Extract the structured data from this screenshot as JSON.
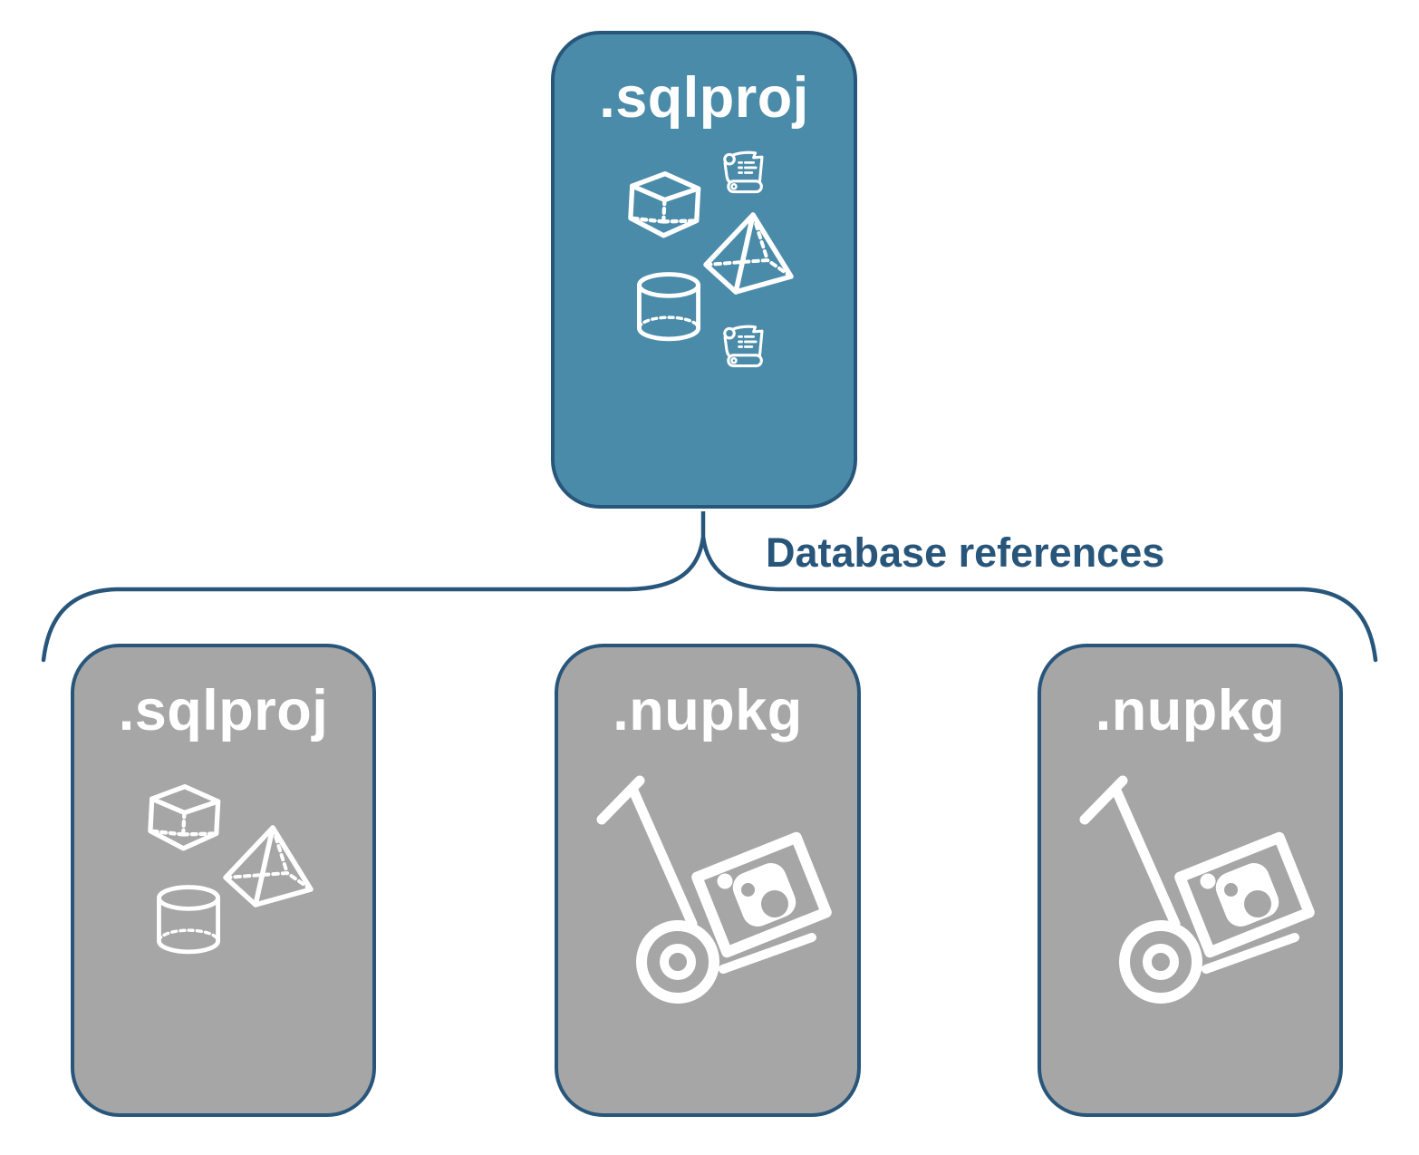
{
  "page": {
    "background": "#FFFFFF"
  },
  "diagram": {
    "top_node": {
      "title": ".sqlproj",
      "kind": "sql-project",
      "icons": [
        "script-scroll-icon",
        "cube-icon",
        "pyramid-icon",
        "cylinder-icon",
        "script-scroll-icon"
      ]
    },
    "connector": {
      "label": "Database references",
      "style": "curly-brace"
    },
    "child_nodes": [
      {
        "title": ".sqlproj",
        "kind": "sql-project",
        "icons": [
          "cube-icon",
          "pyramid-icon",
          "cylinder-icon"
        ]
      },
      {
        "title": ".nupkg",
        "kind": "nuget-package",
        "icons": [
          "hand-truck-with-package-icon"
        ]
      },
      {
        "title": ".nupkg",
        "kind": "nuget-package",
        "icons": [
          "hand-truck-with-package-icon"
        ]
      }
    ],
    "colors": {
      "page_background": "#FFFFFF",
      "top_node_fill": "#4A8BA9",
      "child_node_fill": "#A6A6A6",
      "outline": "#28567A",
      "label_text": "#28567A",
      "node_title_text": "#FFFFFF",
      "icon_stroke": "#FFFFFF"
    }
  }
}
